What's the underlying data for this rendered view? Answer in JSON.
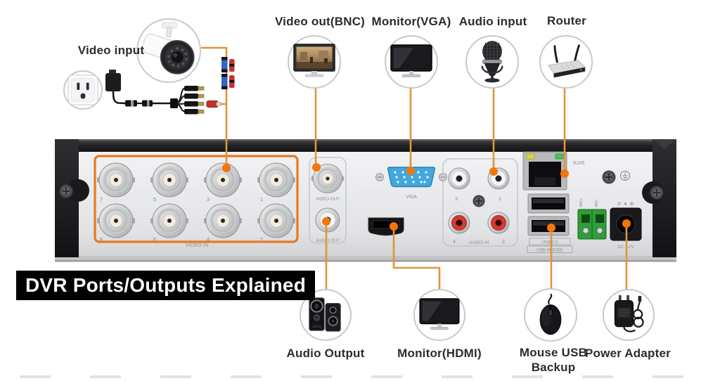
{
  "title": {
    "text": "DVR Ports/Outputs Explained"
  },
  "colors": {
    "connector_line": "#E2943B",
    "connector_dot": "#F0770B",
    "video_in_highlight_box": "#E87920",
    "vga_port_blue": "#42A7DE",
    "banner_bg": "#000000",
    "banner_text": "#FFFFFF",
    "label_text": "#2C2C2E"
  },
  "callouts": {
    "video_input": {
      "label": "Video input",
      "icon": "camera-icon"
    },
    "power_source": {
      "icon": "outlet-icon"
    },
    "video_out_bnc": {
      "label": "Video out(BNC)",
      "icon": "tv-icon"
    },
    "monitor_vga": {
      "label": "Monitor(VGA)",
      "icon": "monitor-icon"
    },
    "audio_input": {
      "label": "Audio input",
      "icon": "microphone-icon"
    },
    "router": {
      "label": "Router",
      "icon": "router-icon"
    },
    "audio_output": {
      "label": "Audio Output",
      "icon": "speakers-icon"
    },
    "monitor_hdmi": {
      "label": "Monitor(HDMI)",
      "icon": "monitor-icon"
    },
    "mouse_usb_backup": {
      "label_line1": "Mouse USB",
      "label_line2": "Backup",
      "icon": "mouse-icon"
    },
    "power_adapter": {
      "label": "Power Adapter",
      "icon": "power-adapter-icon"
    }
  },
  "dvr_panel": {
    "video_in": {
      "label": "VIDEO IN",
      "ports_top": [
        "7",
        "5",
        "3",
        "1"
      ],
      "ports_bottom": [
        "8",
        "6",
        "4",
        "2"
      ]
    },
    "video_out": {
      "label": "VIDEO OUT"
    },
    "audio_out": {
      "label": "AUDIO OUT"
    },
    "vga": {
      "label": "VGA"
    },
    "audio_in": {
      "label": "AUDIO IN",
      "ports_top": [
        "3",
        "1"
      ],
      "ports_bottom": [
        "4",
        "2"
      ]
    },
    "rj45": {
      "label": "RJ45"
    },
    "usb": {
      "label_top": "USB 2.0",
      "label_bottom": "USB MOUSE"
    },
    "rs485": {
      "label_plus": "485+",
      "label_minus": "485-"
    },
    "dc_power": {
      "label": "DC 12V",
      "polarity": "⊖ ● ⊕"
    }
  }
}
